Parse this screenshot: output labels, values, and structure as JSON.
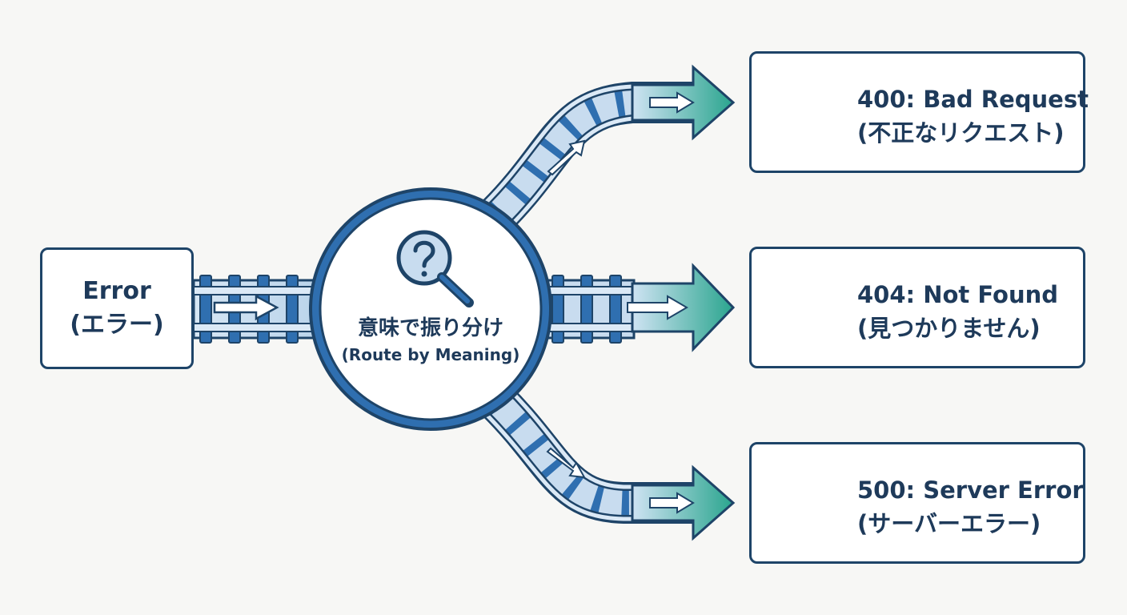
{
  "input": {
    "line1": "Error",
    "line2": "(エラー)"
  },
  "hub": {
    "line1": "意味で振り分け",
    "line2": "(Route by Meaning)",
    "icon": "magnifier-question-icon"
  },
  "outputs": [
    {
      "line1": "400: Bad Request",
      "line2": "(不正なリクエスト)",
      "icon": "broken-link-icon"
    },
    {
      "line1": "404: Not Found",
      "line2": "(見つかりません)",
      "icon": "ghost-icon"
    },
    {
      "line1": "500: Server Error",
      "line2": "(サーバーエラー)",
      "icon": "server-fire-icon"
    }
  ],
  "colors": {
    "navy": "#1e4468",
    "blue": "#2f6fb0",
    "rail_fill": "#c8dcef",
    "teal": "#2aa58e",
    "flame": "#f05a28",
    "background": "#f7f7f5"
  }
}
